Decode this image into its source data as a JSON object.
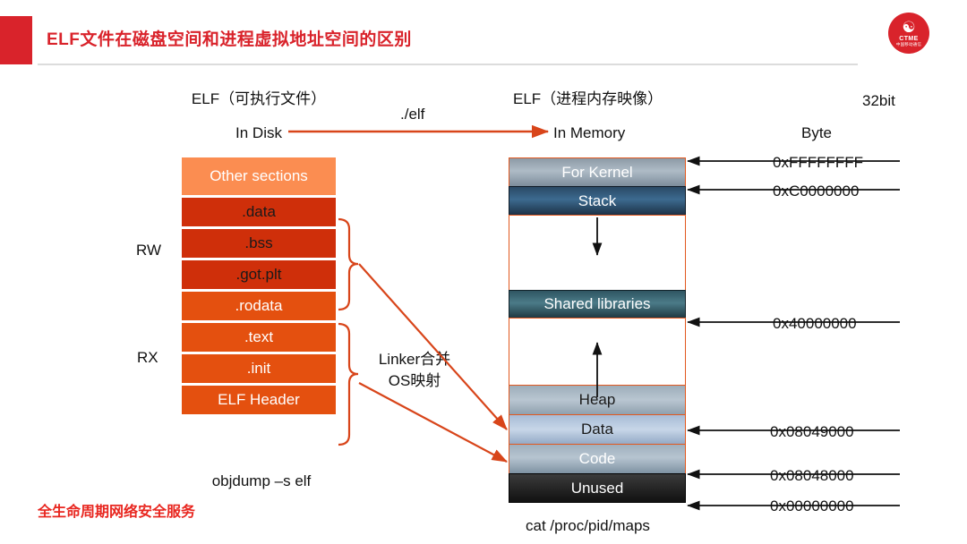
{
  "header": {
    "title": "ELF文件在磁盘空间和进程虚拟地址空间的区别",
    "logo": {
      "flame": "☯",
      "name": "CTME",
      "cn_name": "中国移动通信"
    }
  },
  "diagram": {
    "disk": {
      "caption": "ELF（可执行文件）",
      "subcaption": "In Disk",
      "command": "objdump –s elf",
      "perm_rw": "RW",
      "perm_rx": "RX",
      "sections": [
        {
          "label": "Other  sections",
          "group": "other"
        },
        {
          "label": ".data",
          "group": "rw"
        },
        {
          "label": ".bss",
          "group": "rw"
        },
        {
          "label": ".got.plt",
          "group": "rw"
        },
        {
          "label": ".rodata",
          "group": "rx"
        },
        {
          "label": ".text",
          "group": "rx"
        },
        {
          "label": ".init",
          "group": "rx"
        },
        {
          "label": "ELF Header",
          "group": "rx"
        }
      ]
    },
    "transition": {
      "arrow_label": "./elf",
      "mapping_line1": "Linker合并",
      "mapping_line2": "OS映射"
    },
    "memory": {
      "caption": "ELF（进程内存映像）",
      "subcaption": "In Memory",
      "command": "cat /proc/pid/maps",
      "bitness": "32bit",
      "unit": "Byte",
      "blocks": [
        {
          "label": "For Kernel",
          "kind": "kernel"
        },
        {
          "label": "Stack",
          "kind": "stack"
        },
        {
          "label": "",
          "kind": "gap"
        },
        {
          "label": "Shared libraries",
          "kind": "shlib"
        },
        {
          "label": "",
          "kind": "gap"
        },
        {
          "label": "Heap",
          "kind": "heap"
        },
        {
          "label": "Data",
          "kind": "data"
        },
        {
          "label": "Code",
          "kind": "code"
        },
        {
          "label": "Unused",
          "kind": "unused"
        }
      ],
      "addresses": [
        "0xFFFFFFFF",
        "0xC0000000",
        "0x40000000",
        "0x08049000",
        "0x08048000",
        "0x00000000"
      ]
    }
  },
  "footer": {
    "tagline": "全生命周期网络安全服务"
  },
  "colors": {
    "brand_red": "#d9232b",
    "section_other": "#fb8d51",
    "section_rw": "#cf2f0a",
    "section_rx": "#e4500f",
    "arrow_orange": "#d8451a",
    "footer_red": "#e8261f"
  }
}
